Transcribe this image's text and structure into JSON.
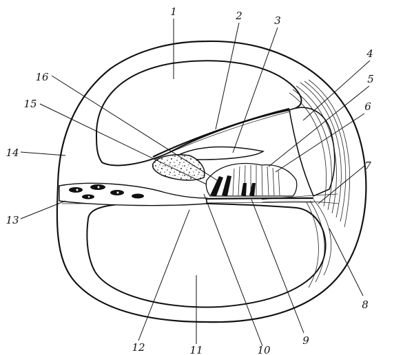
{
  "figure": {
    "labels": [
      "1",
      "2",
      "3",
      "4",
      "5",
      "6",
      "7",
      "8",
      "9",
      "10",
      "11",
      "12",
      "13",
      "14",
      "15",
      "16"
    ]
  }
}
